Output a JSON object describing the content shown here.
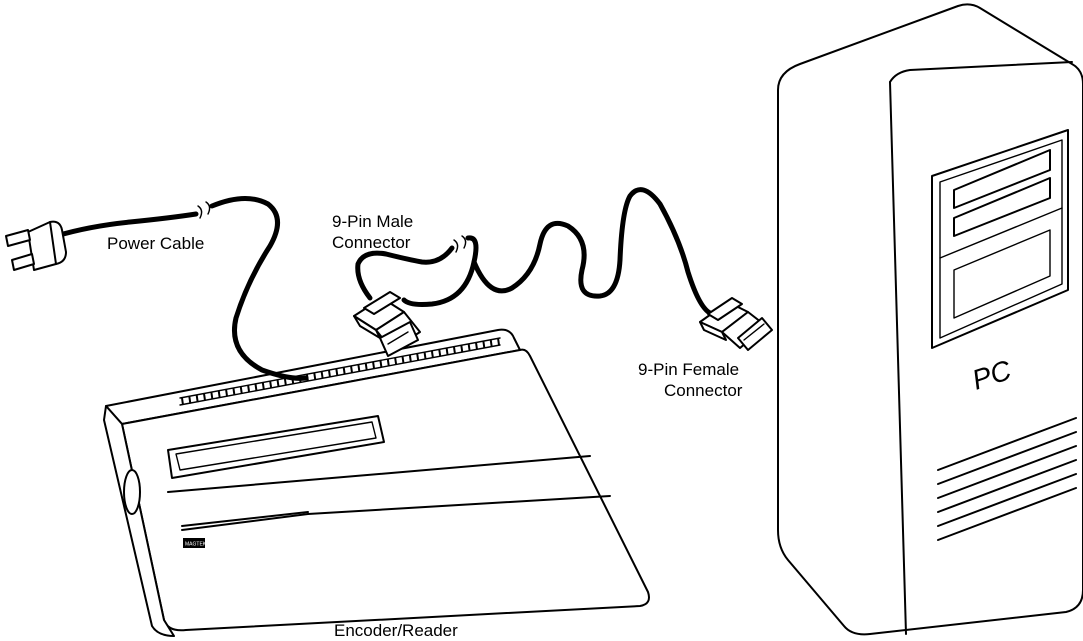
{
  "labels": {
    "power_cable": "Power Cable",
    "male_connector_line1": "9-Pin Male",
    "male_connector_line2": "Connector",
    "female_connector_line1": "9-Pin Female",
    "female_connector_line2": "Connector",
    "pc": "PC",
    "encoder_reader": "Encoder/Reader",
    "brand_badge": "MAGTEK"
  },
  "colors": {
    "line": "#000000",
    "background": "#ffffff"
  }
}
